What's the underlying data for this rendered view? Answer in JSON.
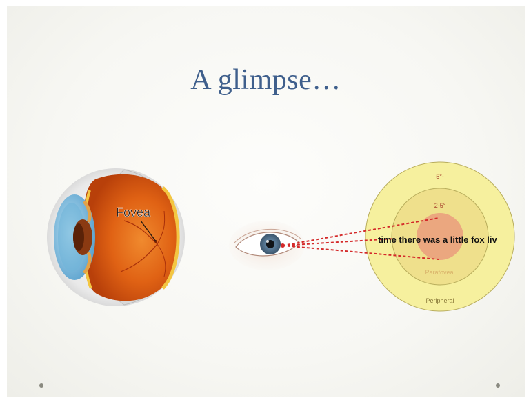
{
  "slide": {
    "title": "A glimpse…"
  },
  "eye_anatomy": {
    "label": "Fovea"
  },
  "visual_field": {
    "outer_label": "5°-",
    "mid_label": "2-5°",
    "sentence": "time there was a little fox liv",
    "parafoveal_label": "Parafoveal",
    "peripheral_label": "Peripheral"
  },
  "colors": {
    "title": "#3f5f8c",
    "outer_zone": "#f5ef9a",
    "mid_zone": "#efdf8a",
    "fovea_zone": "#eba77f",
    "gaze_lines": "#d42a2a"
  }
}
